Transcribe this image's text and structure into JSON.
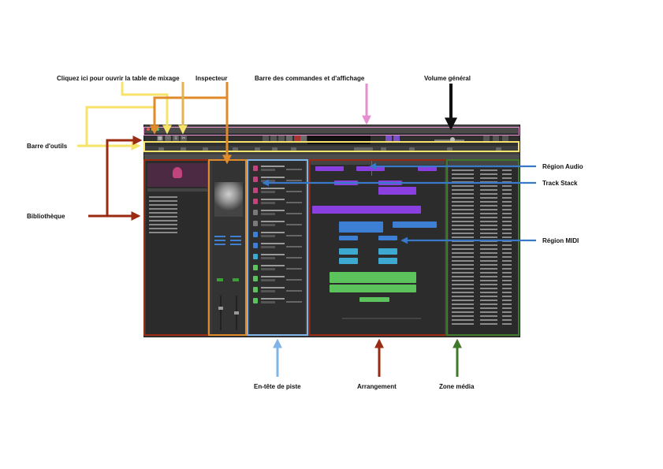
{
  "annotations": {
    "mixer": "Cliquez ici pour ouvrir la table de mixage",
    "inspector": "Inspecteur",
    "control_bar": "Barre des commandes et d'affichage",
    "master_volume": "Volume général",
    "toolbar": "Barre d'outils",
    "library": "Bibliothèque",
    "audio_region": "Région Audio",
    "track_stack": "Track Stack",
    "midi_region": "Région MIDI",
    "track_header": "En-tête de piste",
    "arrangement": "Arrangement",
    "media_zone": "Zone média"
  },
  "colors": {
    "toolbar_frame": "#f5e36a",
    "mixer_arrow": "#f5e36a",
    "inspector_frame": "#e08a2a",
    "control_bar_frame": "#e58fcf",
    "library_frame": "#9b2a12",
    "header_frame": "#7eb4e8",
    "arrangement_frame": "#9b2a12",
    "media_frame": "#3f7a2a",
    "pointer_blue": "#3a78c8",
    "master_volume_arrow": "#111111",
    "region_purple": "#8a3fe0",
    "region_blue": "#3d7fd4",
    "region_green": "#5cc25c"
  },
  "window": {
    "traffic_lights": [
      "#e05a4e",
      "#e0b84e",
      "#5cc05c"
    ],
    "toolbar_icons": [
      "library-icon",
      "inspector-icon",
      "mixer-icon",
      "editor-icon"
    ],
    "transport_icons": [
      "rewind-icon",
      "forward-icon",
      "stop-icon",
      "play-icon",
      "record-icon",
      "cycle-icon"
    ]
  }
}
